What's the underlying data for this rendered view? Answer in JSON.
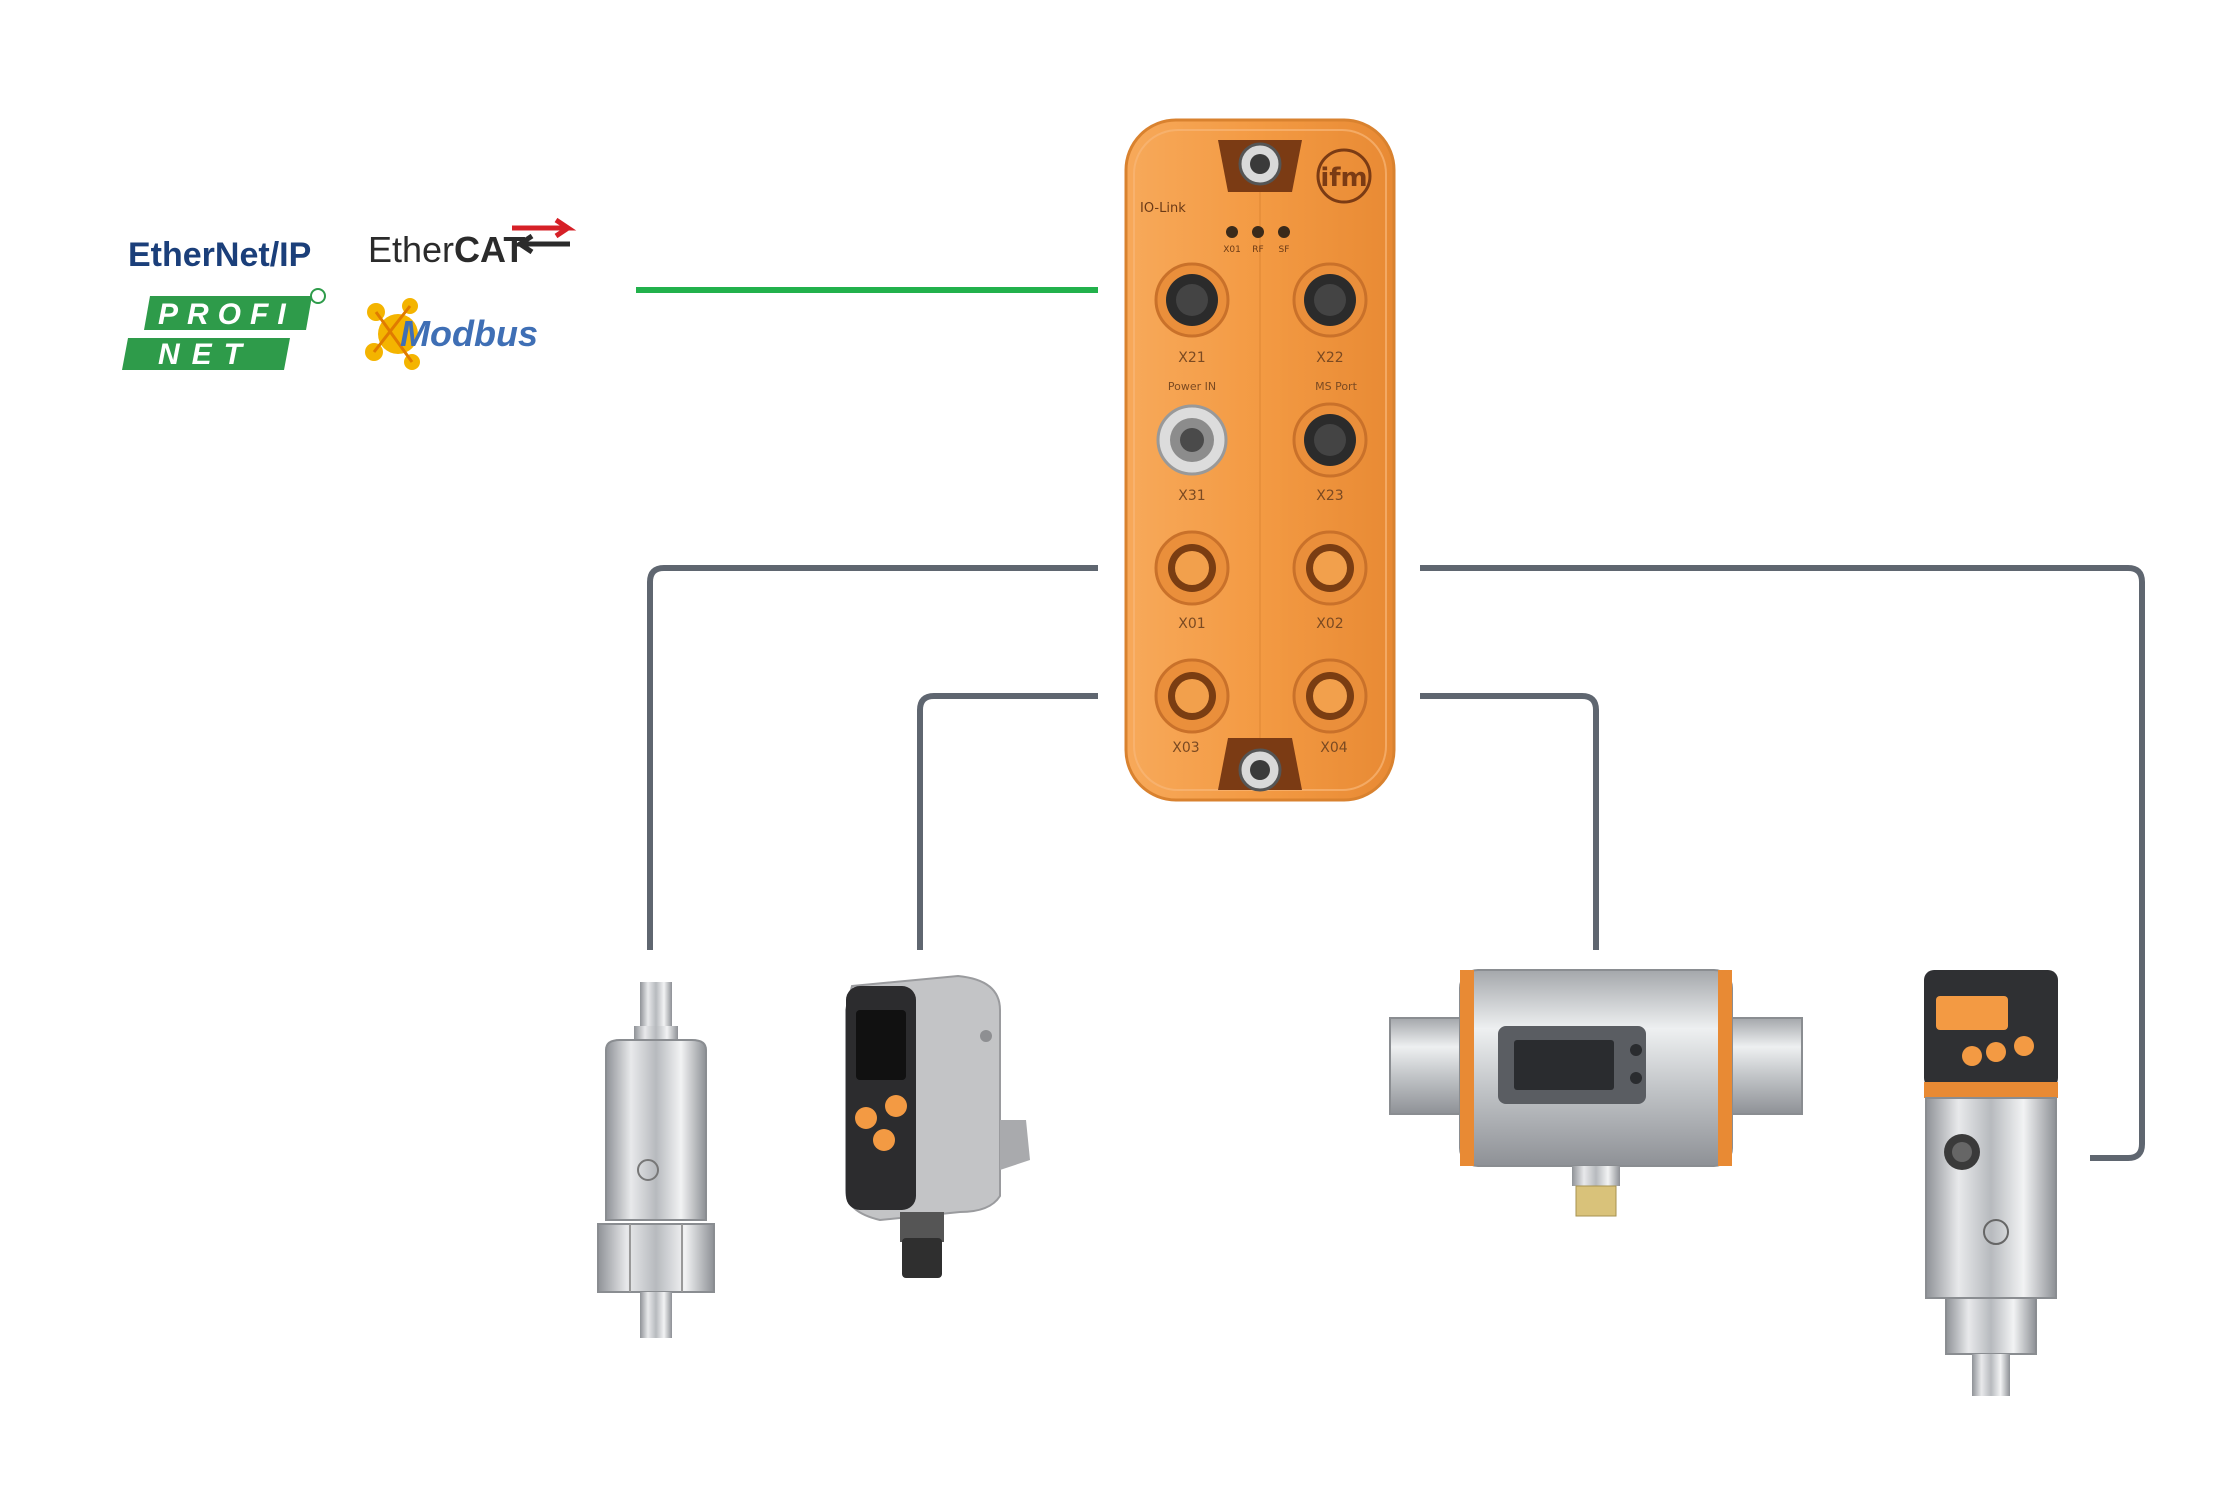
{
  "logos": {
    "ethernet_ip": "EtherNet/IP",
    "ethercat_a": "Ether",
    "ethercat_b": "CAT",
    "profinet_a": "PROFI",
    "profinet_b": "NET",
    "modbus": "Modbus"
  },
  "master": {
    "brand": "ifm",
    "io_link": "IO-Link",
    "led_labels": [
      "X01",
      "RF",
      "SF"
    ],
    "power_in": "Power IN",
    "ms_port": "MS Port",
    "ports": [
      "X21",
      "X22",
      "X31",
      "X23",
      "X01",
      "X02",
      "X03",
      "X04"
    ]
  },
  "devices": [
    "pressure-transmitter",
    "distance-sensor",
    "flow-meter",
    "pressure-sensor"
  ],
  "colors": {
    "fieldbus_line": "#22b14c",
    "io_line": "#5f6670",
    "housing": "#f39a43",
    "ethernet_blue": "#1b3f7a",
    "profinet_green": "#2e9b4a",
    "modbus_blue": "#3f6fb5"
  }
}
